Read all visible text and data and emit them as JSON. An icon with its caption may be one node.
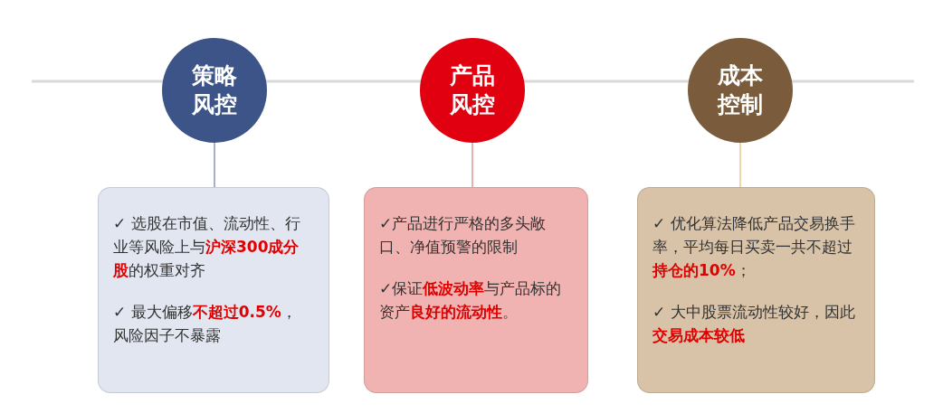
{
  "diagram": {
    "nodes": [
      {
        "text": [
          "策略风控"
        ]
      },
      {
        "text": [
          "✓ 选股在市值、流动性、行业等风险上与**沪深300成分股**的权重对齐",
          "✓ 最大偏移**不超过0.5%**，风险因子不暴露"
        ]
      },
      {
        "text": [
          "产品风控"
        ]
      },
      {
        "text": [
          "✓产品进行严格的多头敞口、净值预警的限制",
          "✓保证**低波动率**与产品标的资产**良好的流动性**。"
        ]
      },
      {
        "text": [
          "成本控制"
        ]
      },
      {
        "text": [
          "✓ 优化算法降低产品交易换手率，平均每日买卖一共不超过**持仓的10%**；",
          "✓ 大中股票流动性较好，因此**交易成本较低**"
        ]
      }
    ],
    "edges": [
      {
        "from": null,
        "to": 0,
        "arrow": "none"
      },
      {
        "from": 0,
        "to": 2,
        "arrow": "none"
      },
      {
        "from": 2,
        "to": 4,
        "arrow": "none"
      },
      {
        "from": 4,
        "to": null,
        "arrow": "none"
      },
      {
        "from": 0,
        "to": 1,
        "arrow": "none",
        "color": "#a7b0c6"
      },
      {
        "from": 2,
        "to": 3,
        "arrow": "none",
        "color": "#e6b1b0"
      },
      {
        "from": 4,
        "to": 5,
        "arrow": "none",
        "color": "#eed7a8"
      }
    ]
  }
}
